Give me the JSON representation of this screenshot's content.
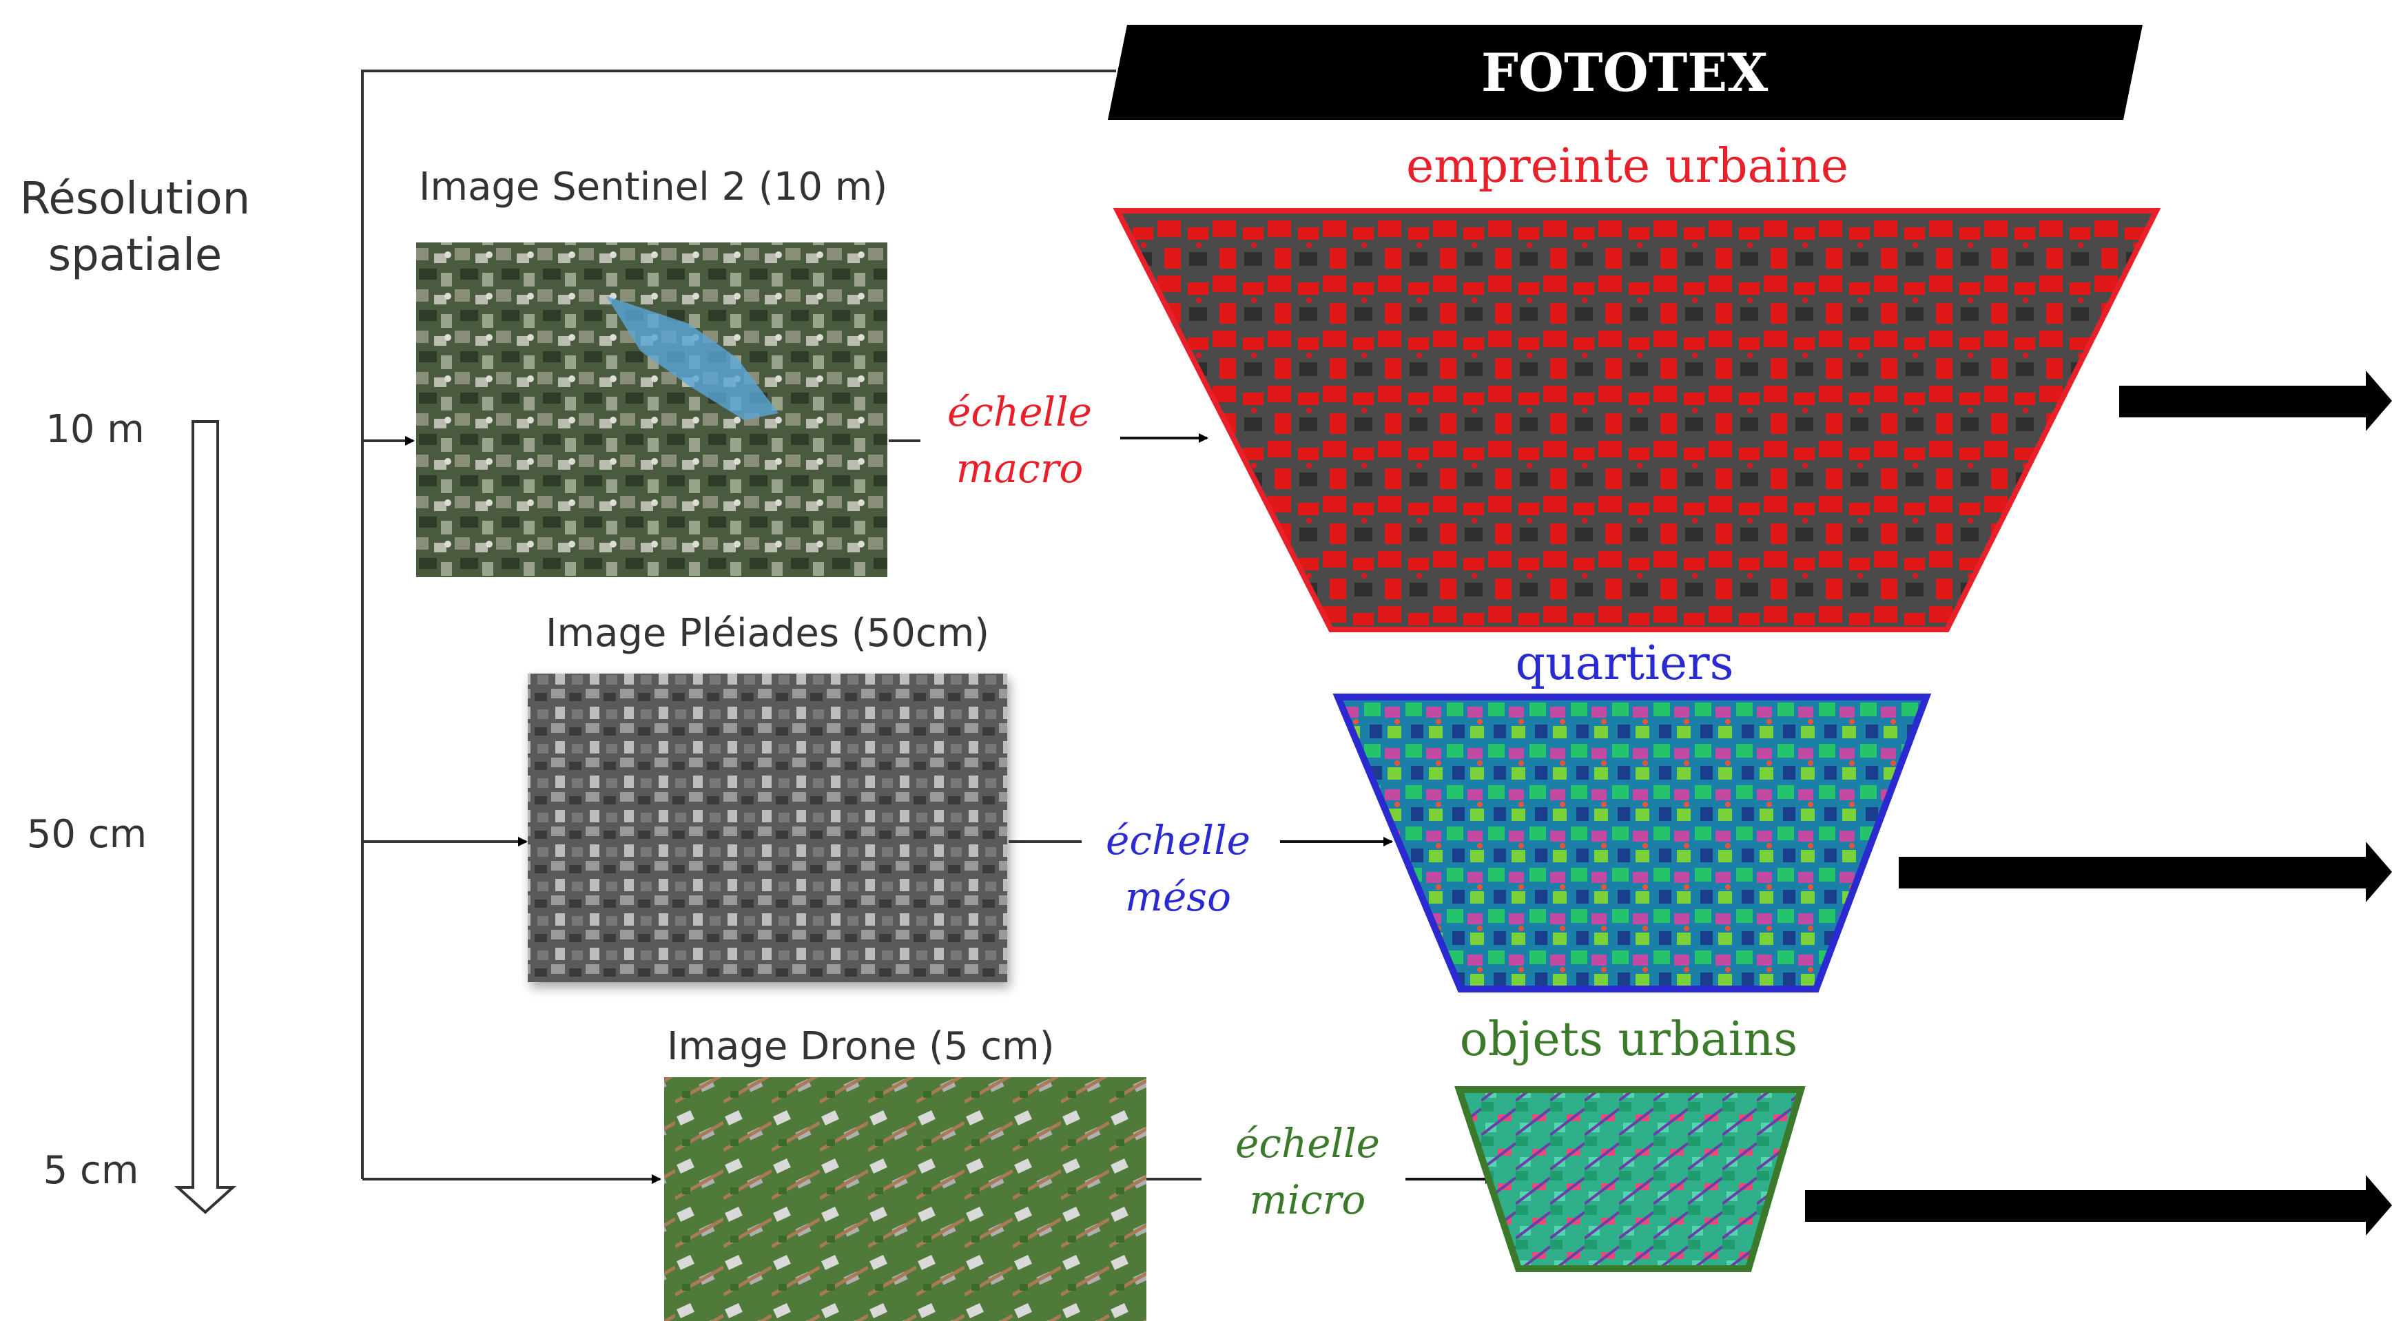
{
  "axis": {
    "title_line1": "Résolution",
    "title_line2": "spatiale",
    "ticks": [
      "10 m",
      "50 cm",
      "5 cm"
    ]
  },
  "banner": {
    "title": "FOTOTEX"
  },
  "sources": [
    {
      "label": "Image Sentinel 2 (10 m)"
    },
    {
      "label": "Image Pléiades (50cm)"
    },
    {
      "label": "Image Drone (5 cm)"
    }
  ],
  "scales": [
    {
      "line1": "échelle",
      "line2": "macro",
      "color": "#e8202a"
    },
    {
      "line1": "échelle",
      "line2": "méso",
      "color": "#2a2ad0"
    },
    {
      "line1": "échelle",
      "line2": "micro",
      "color": "#3b7a2a"
    }
  ],
  "outputs": [
    {
      "title": "empreinte urbaine",
      "color": "#e8202a"
    },
    {
      "title": "quartiers",
      "color": "#2a2ad0"
    },
    {
      "title": "objets urbains",
      "color": "#3b7a2a"
    }
  ]
}
